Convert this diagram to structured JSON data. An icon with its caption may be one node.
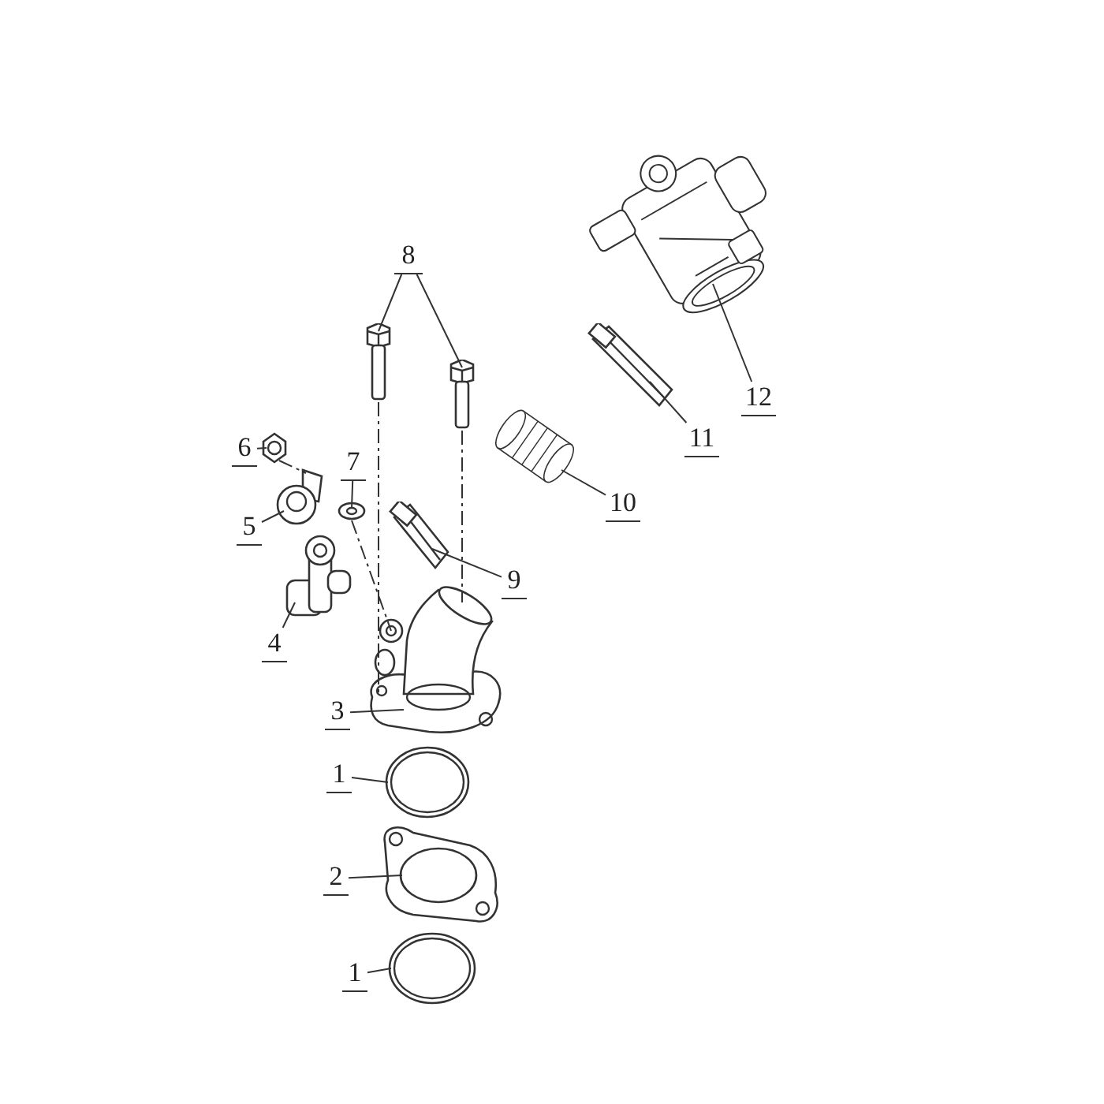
{
  "diagram": {
    "nodes": [
      {
        "text": [
          "8"
        ]
      },
      {
        "text": [
          "12"
        ]
      },
      {
        "text": [
          "11"
        ]
      },
      {
        "text": [
          "6"
        ]
      },
      {
        "text": [
          "7"
        ]
      },
      {
        "text": [
          "10"
        ]
      },
      {
        "text": [
          "5"
        ]
      },
      {
        "text": [
          "9"
        ]
      },
      {
        "text": [
          "4"
        ]
      },
      {
        "text": [
          "3"
        ]
      },
      {
        "text": [
          "1"
        ]
      },
      {
        "text": [
          "2"
        ]
      },
      {
        "text": [
          "1"
        ]
      },
      {
        "text": [],
        "shape": "picture"
      },
      {
        "text": [],
        "shape": "picture"
      },
      {
        "text": [],
        "shape": "picture"
      },
      {
        "text": [],
        "shape": "picture"
      },
      {
        "text": [],
        "shape": "picture"
      },
      {
        "text": [],
        "shape": "picture"
      },
      {
        "text": [],
        "shape": "picture"
      },
      {
        "text": [],
        "shape": "picture"
      },
      {
        "text": [],
        "shape": "picture"
      },
      {
        "text": [],
        "shape": "picture"
      },
      {
        "text": [],
        "shape": "picture"
      },
      {
        "text": [],
        "shape": "picture"
      },
      {
        "text": [],
        "shape": "picture"
      },
      {
        "text": [],
        "shape": "picture"
      }
    ],
    "edges": [
      {
        "from": 0,
        "to": 13,
        "arrow": "none"
      },
      {
        "from": 0,
        "to": 14,
        "arrow": "none"
      },
      {
        "from": 1,
        "to": 15,
        "arrow": "none"
      },
      {
        "from": 2,
        "to": 16,
        "arrow": "none"
      },
      {
        "from": 3,
        "to": 17,
        "arrow": "none"
      },
      {
        "from": 4,
        "to": 18,
        "arrow": "none"
      },
      {
        "from": 5,
        "to": 19,
        "arrow": "none"
      },
      {
        "from": 6,
        "to": 20,
        "arrow": "none"
      },
      {
        "from": 7,
        "to": 21,
        "arrow": "none"
      },
      {
        "from": 8,
        "to": 22,
        "arrow": "none"
      },
      {
        "from": 9,
        "to": 23,
        "arrow": "none"
      },
      {
        "from": 10,
        "to": 24,
        "arrow": "none"
      },
      {
        "from": 11,
        "to": 25,
        "arrow": "none"
      },
      {
        "from": 12,
        "to": 26,
        "arrow": "none"
      },
      {
        "from": 13,
        "to": 23,
        "arrow": "none",
        "style": "dashed"
      },
      {
        "from": 14,
        "to": 23,
        "arrow": "none",
        "style": "dashed"
      },
      {
        "from": 17,
        "to": 20,
        "arrow": "none",
        "style": "dashed"
      },
      {
        "from": 18,
        "to": 23,
        "arrow": "none",
        "style": "dashed"
      }
    ]
  }
}
